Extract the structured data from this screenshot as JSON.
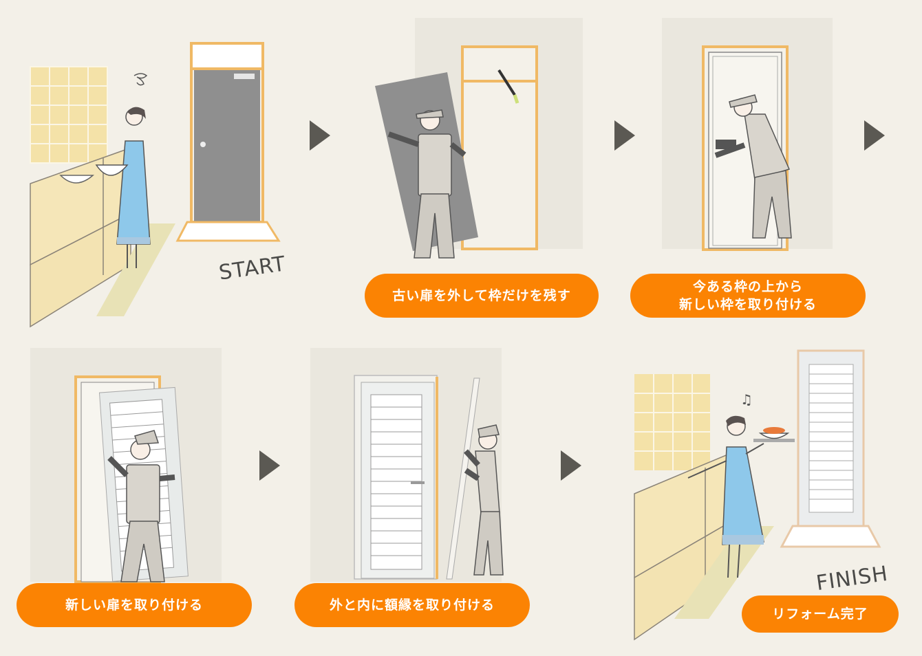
{
  "colors": {
    "background": "#f3f0e8",
    "wall_panel": "#eae7de",
    "pill_orange": "#fb8303",
    "pill_text": "#ffffff",
    "arrow": "#5b5953",
    "door_frame_wood": "#f0b965",
    "old_door_gray": "#8f8f8f",
    "apron_blue": "#8ec8ea",
    "tile_yellow": "#f4e2a8",
    "worker_gray": "#cfcbc3"
  },
  "steps": [
    {
      "id": 1,
      "marker": "START",
      "caption": null,
      "scene": "woman cooking in kitchen, old gray door with transom",
      "icon": "thought-spiral-icon"
    },
    {
      "id": 2,
      "caption_lines": [
        "古い扉を外して枠だけを残す"
      ],
      "scene": "worker carrying removed gray door, saw on frame"
    },
    {
      "id": 3,
      "caption_lines": [
        "今ある枠の上から",
        "新しい枠を取り付ける"
      ],
      "scene": "worker drilling new frame onto existing frame"
    },
    {
      "id": 4,
      "caption_lines": [
        "新しい扉を取り付ける"
      ],
      "scene": "worker installing new louvered door"
    },
    {
      "id": 5,
      "caption_lines": [
        "外と内に額縁を取り付ける"
      ],
      "scene": "worker attaching trim molding"
    },
    {
      "id": 6,
      "marker": "FINISH",
      "caption_lines": [
        "リフォーム完了"
      ],
      "scene": "happy woman carrying dish, new door installed",
      "icon": "music-note-icon"
    }
  ],
  "arrows": [
    "next-arrow-icon",
    "next-arrow-icon",
    "next-arrow-icon",
    "next-arrow-icon",
    "next-arrow-icon"
  ]
}
